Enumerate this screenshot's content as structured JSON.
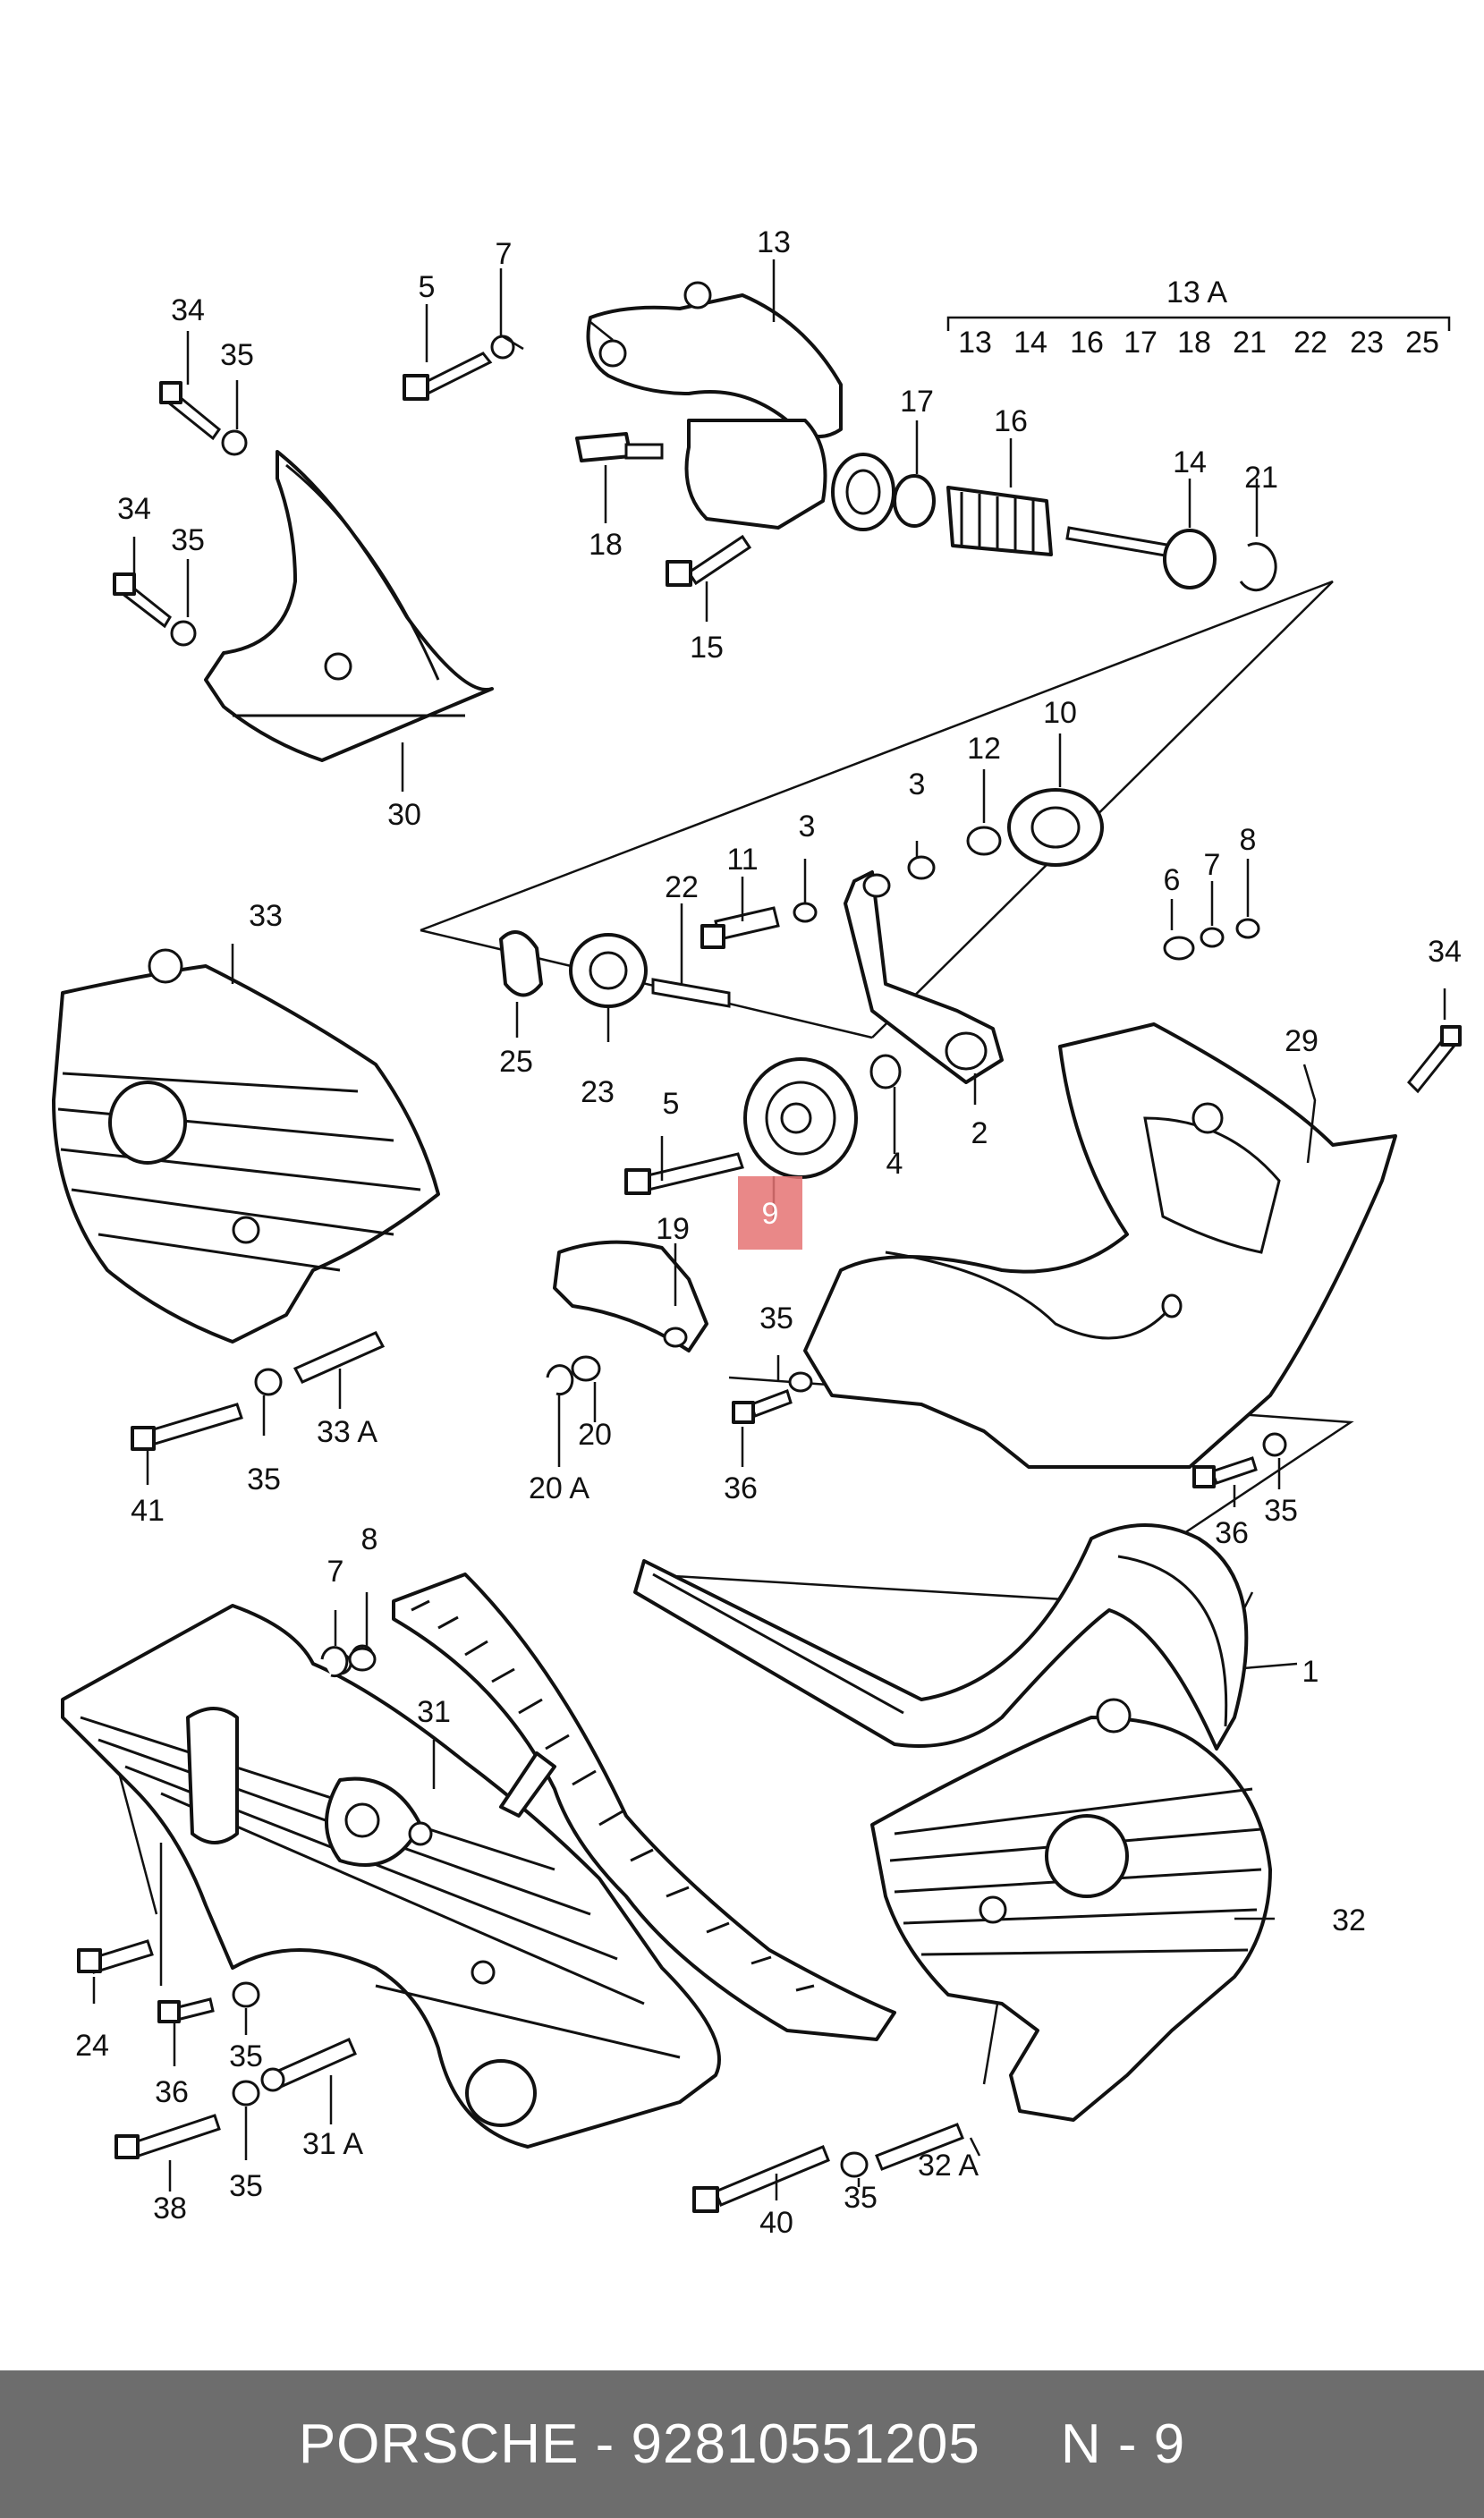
{
  "footer": {
    "brand": "PORSCHE",
    "separator": " - ",
    "part_number": "92810551205",
    "diagram_ref": "N - 9"
  },
  "highlight": {
    "label": "9",
    "color": "#e57373"
  },
  "group_13A": {
    "title": "13 A",
    "items": [
      "13",
      "14",
      "16",
      "17",
      "18",
      "21",
      "22",
      "23",
      "25"
    ]
  },
  "callouts": {
    "c1": "1",
    "c2": "2",
    "c3a": "3",
    "c3b": "3",
    "c4": "4",
    "c5a": "5",
    "c5b": "5",
    "c6": "6",
    "c7a": "7",
    "c7b": "7",
    "c7c": "7",
    "c8a": "8",
    "c8b": "8",
    "c10": "10",
    "c11": "11",
    "c12": "12",
    "c13": "13",
    "c14": "14",
    "c15": "15",
    "c16": "16",
    "c17": "17",
    "c18": "18",
    "c19": "19",
    "c20": "20",
    "c20A": "20 A",
    "c21": "21",
    "c22": "22",
    "c23": "23",
    "c24": "24",
    "c25": "25",
    "c29": "29",
    "c30": "30",
    "c31": "31",
    "c31A": "31 A",
    "c32": "32",
    "c32A": "32 A",
    "c33": "33",
    "c33A": "33 A",
    "c34a": "34",
    "c34b": "34",
    "c34c": "34",
    "c35a": "35",
    "c35b": "35",
    "c35c": "35",
    "c35d": "35",
    "c35e": "35",
    "c35f": "35",
    "c35g": "35",
    "c35h": "35",
    "c36a": "36",
    "c36b": "36",
    "c36c": "36",
    "c38": "38",
    "c40": "40",
    "c41": "41"
  }
}
